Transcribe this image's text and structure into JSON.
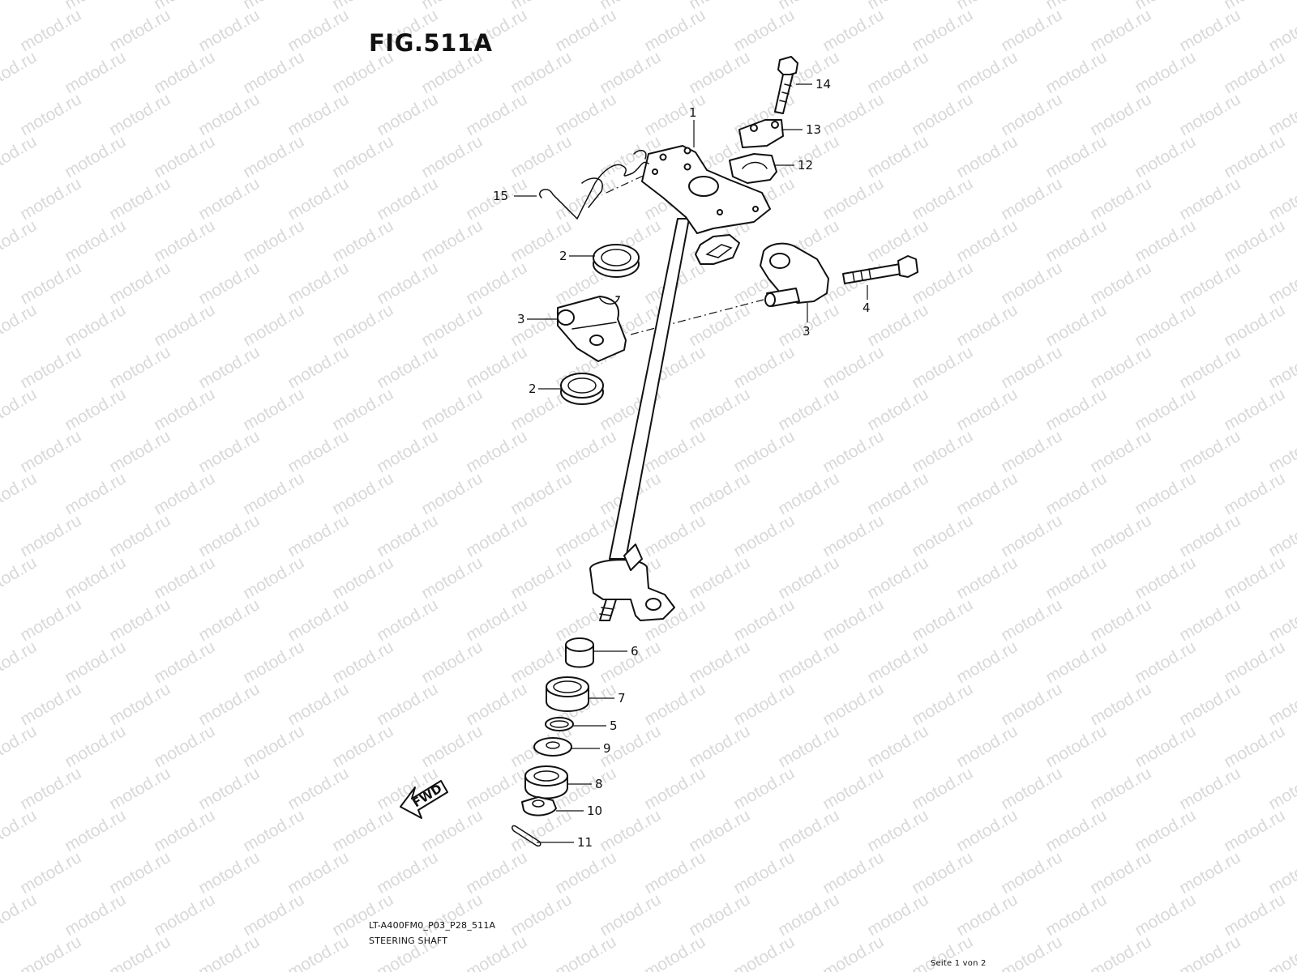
{
  "figure": {
    "title": "FIG.511A",
    "model_code": "LT-A400FM0_P03_P28_511A",
    "name": "STEERING SHAFT",
    "page_label": "Seite 1 von 2"
  },
  "watermark": "motod.ru",
  "fwd_label": "FWD",
  "callouts": [
    {
      "id": "p14",
      "label": "14"
    },
    {
      "id": "p1",
      "label": "1"
    },
    {
      "id": "p13",
      "label": "13"
    },
    {
      "id": "p12",
      "label": "12"
    },
    {
      "id": "p15",
      "label": "15"
    },
    {
      "id": "p2a",
      "label": "2"
    },
    {
      "id": "p4",
      "label": "4"
    },
    {
      "id": "p3a",
      "label": "3"
    },
    {
      "id": "p3b",
      "label": "3"
    },
    {
      "id": "p2b",
      "label": "2"
    },
    {
      "id": "p6",
      "label": "6"
    },
    {
      "id": "p7",
      "label": "7"
    },
    {
      "id": "p5",
      "label": "5"
    },
    {
      "id": "p9",
      "label": "9"
    },
    {
      "id": "p8",
      "label": "8"
    },
    {
      "id": "p10",
      "label": "10"
    },
    {
      "id": "p11",
      "label": "11"
    }
  ]
}
